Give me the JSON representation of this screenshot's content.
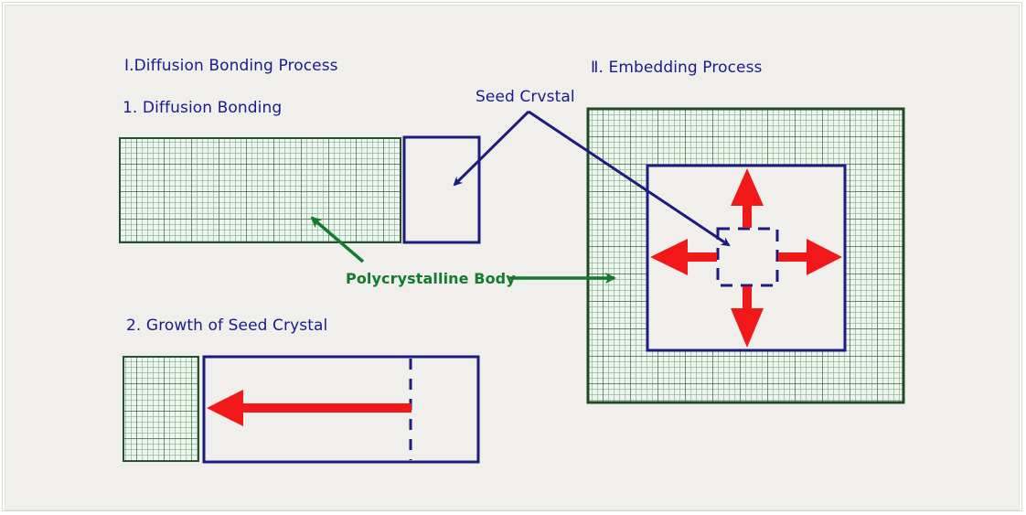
{
  "diagram": {
    "section1": {
      "title": "Ⅰ.Diffusion Bonding Process",
      "step1": "1. Diffusion Bonding",
      "step2": "2. Growth of Seed Crystal"
    },
    "section2": {
      "title": "Ⅱ. Embedding Process"
    },
    "callouts": {
      "seed_crystal": "Seed Crvstal",
      "polycrystalline_body": "Polycrystalline Body"
    },
    "colors": {
      "background": "#f0efec",
      "title_text": "#1a1a8c",
      "seed_outline": "#1b1b80",
      "poly_grid": "#2f6e3e",
      "poly_label": "#137a2e",
      "growth_arrow": "#f01818"
    }
  }
}
